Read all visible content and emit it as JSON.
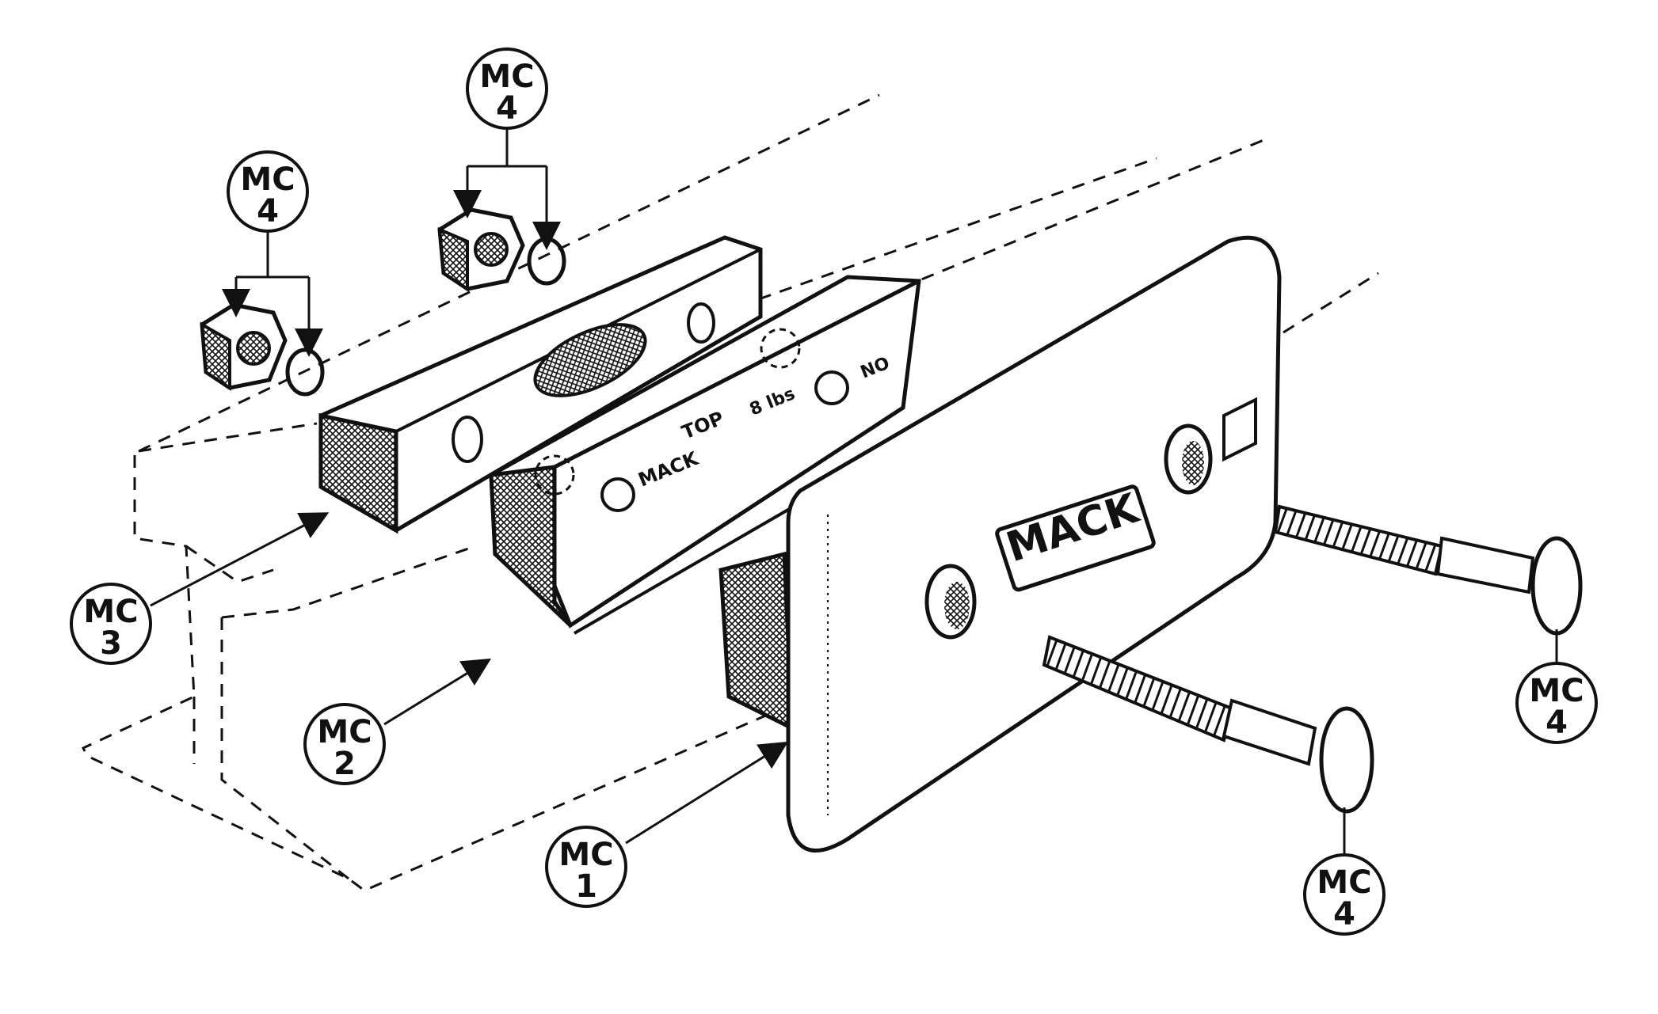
{
  "callouts": [
    {
      "id": "mc4-upper",
      "line1": "MC",
      "line2": "4"
    },
    {
      "id": "mc4-left",
      "line1": "MC",
      "line2": "4"
    },
    {
      "id": "mc3",
      "line1": "MC",
      "line2": "3"
    },
    {
      "id": "mc2",
      "line1": "MC",
      "line2": "2"
    },
    {
      "id": "mc1",
      "line1": "MC",
      "line2": "1"
    },
    {
      "id": "mc4-bolt-front",
      "line1": "MC",
      "line2": "4"
    },
    {
      "id": "mc4-bolt-back",
      "line1": "MC",
      "line2": "4"
    }
  ],
  "markings": {
    "plate_brand": "MACK",
    "jaw_brand": "MACK",
    "jaw_top": "TOP",
    "jaw_weight": "8 lbs",
    "jaw_no": "NO"
  },
  "colors": {
    "ink": "#111111",
    "paper": "#ffffff"
  }
}
